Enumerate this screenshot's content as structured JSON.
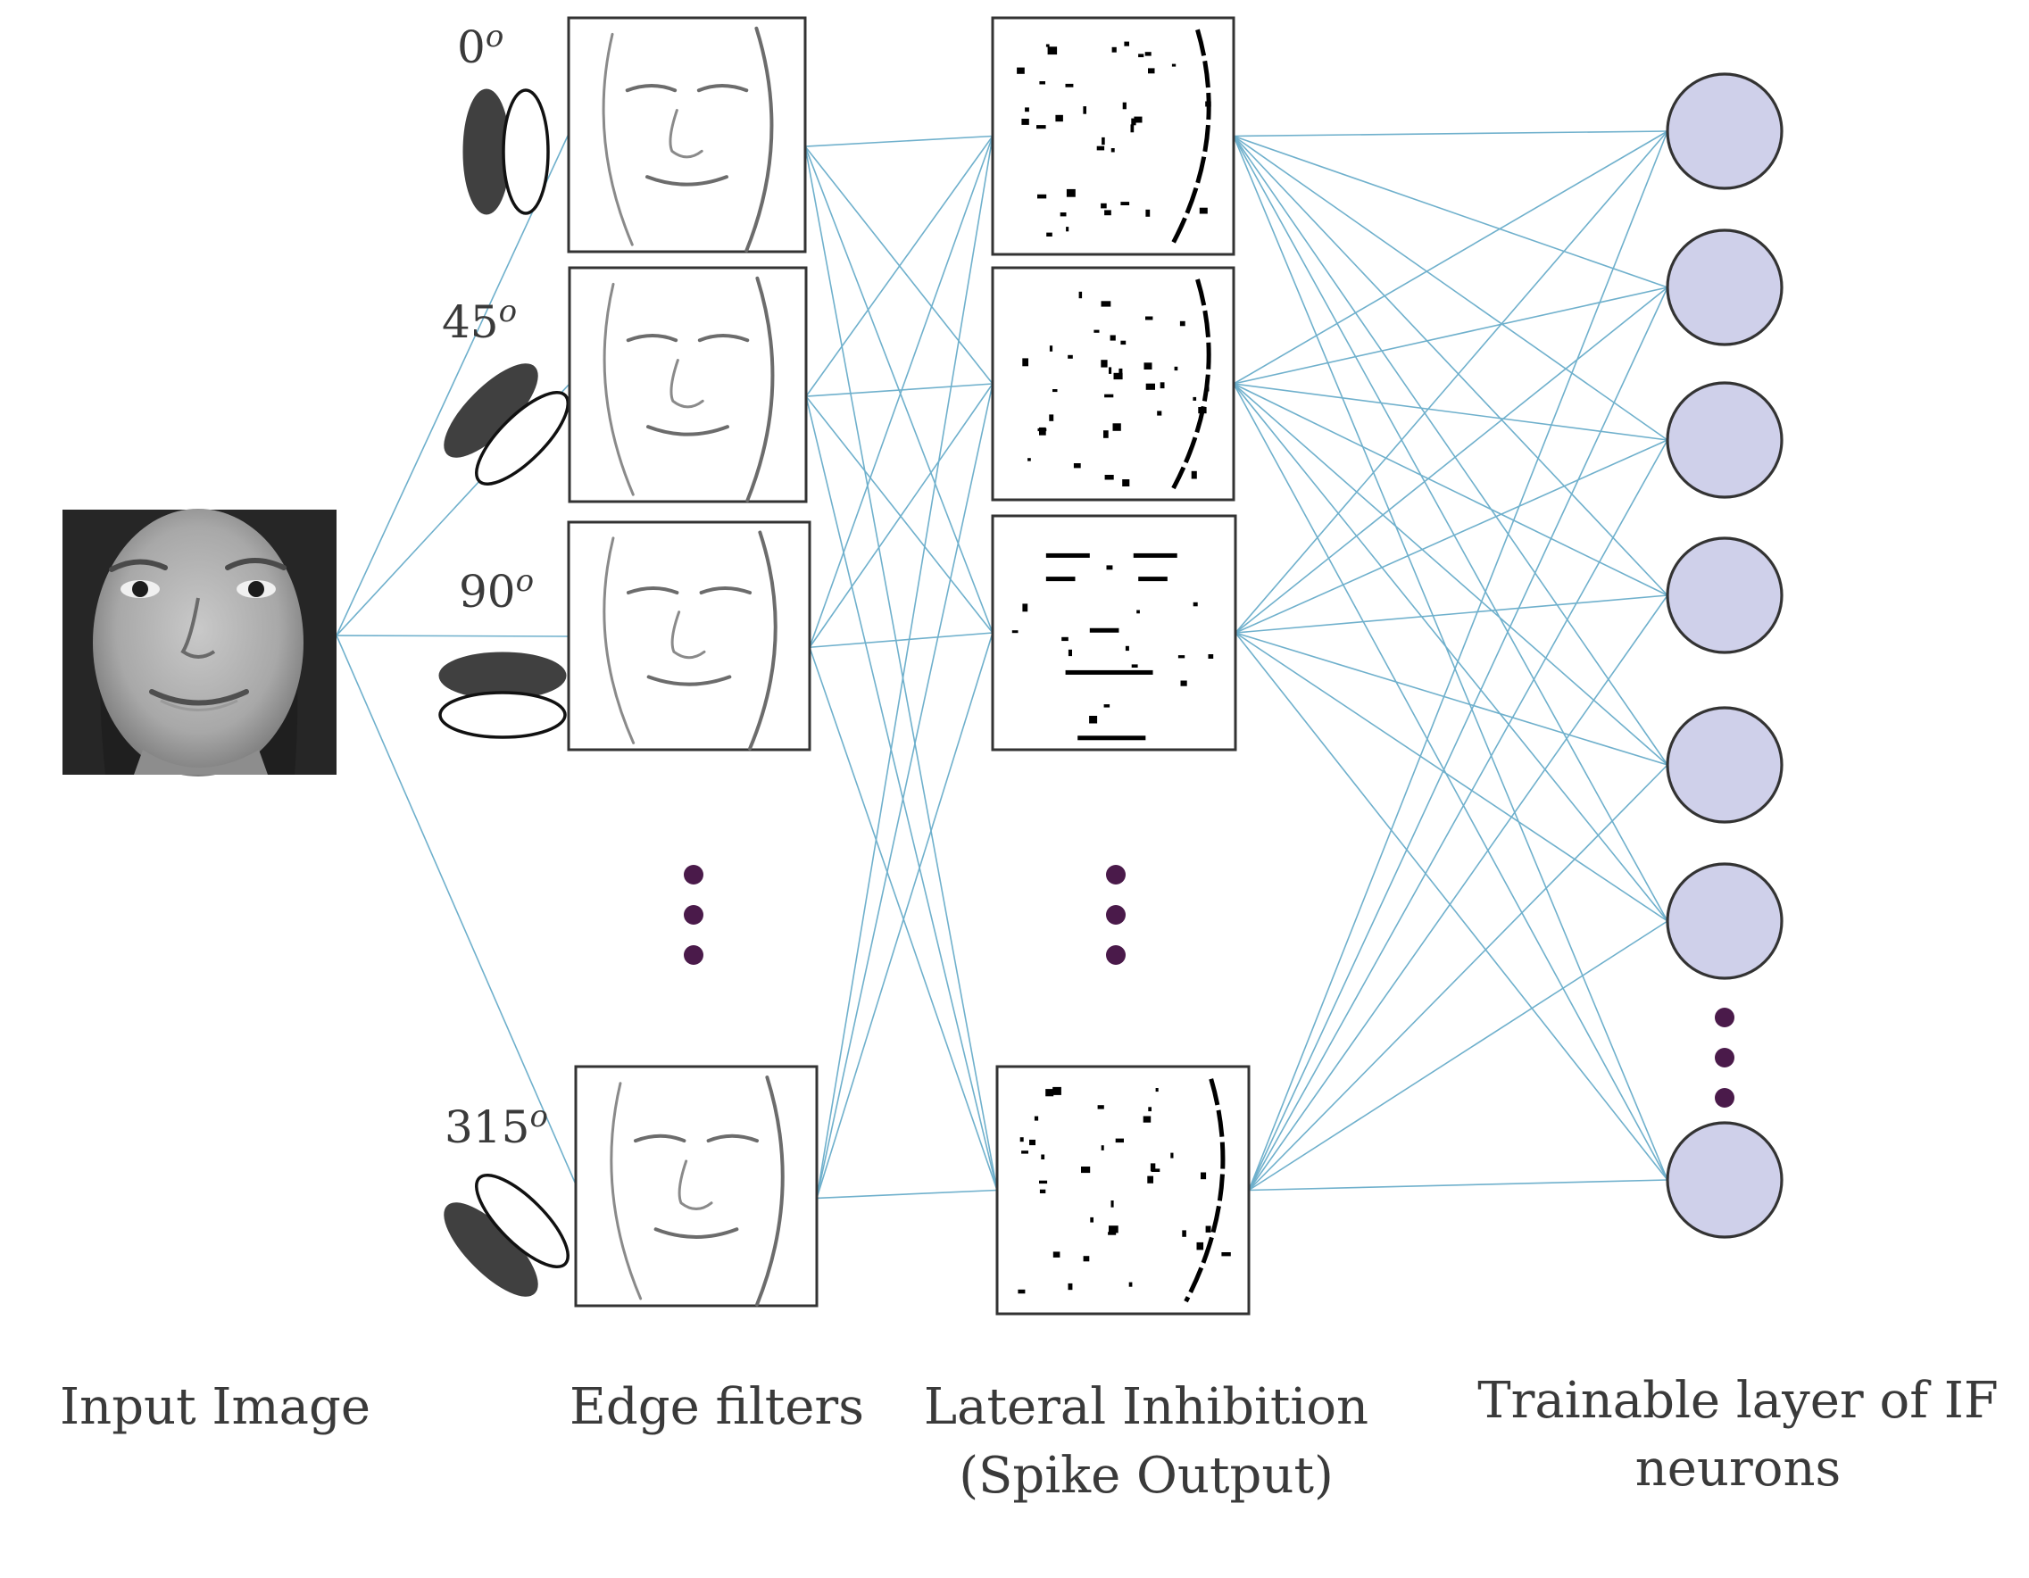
{
  "column_titles": {
    "input": "Input Image",
    "edge": "Edge filters",
    "lateral_line1": "Lateral Inhibition",
    "lateral_line2": "(Spike Output)",
    "trainable_line1": "Trainable layer of IF",
    "trainable_line2": "neurons"
  },
  "angles": [
    {
      "value": "0",
      "sup": "o"
    },
    {
      "value": "45",
      "sup": "o"
    },
    {
      "value": "90",
      "sup": "o"
    },
    {
      "value": "315",
      "sup": "o"
    }
  ],
  "colors": {
    "connection": "#6fb0cc",
    "neuron_fill": "#cfd0ea",
    "ellipsis_dots": "#4a1a4a",
    "filter_dark": "#404040"
  },
  "neuron_count_shown": 7,
  "icons": [
    "face-photo",
    "filter-orientation-ellipses",
    "ellipsis-dots"
  ]
}
